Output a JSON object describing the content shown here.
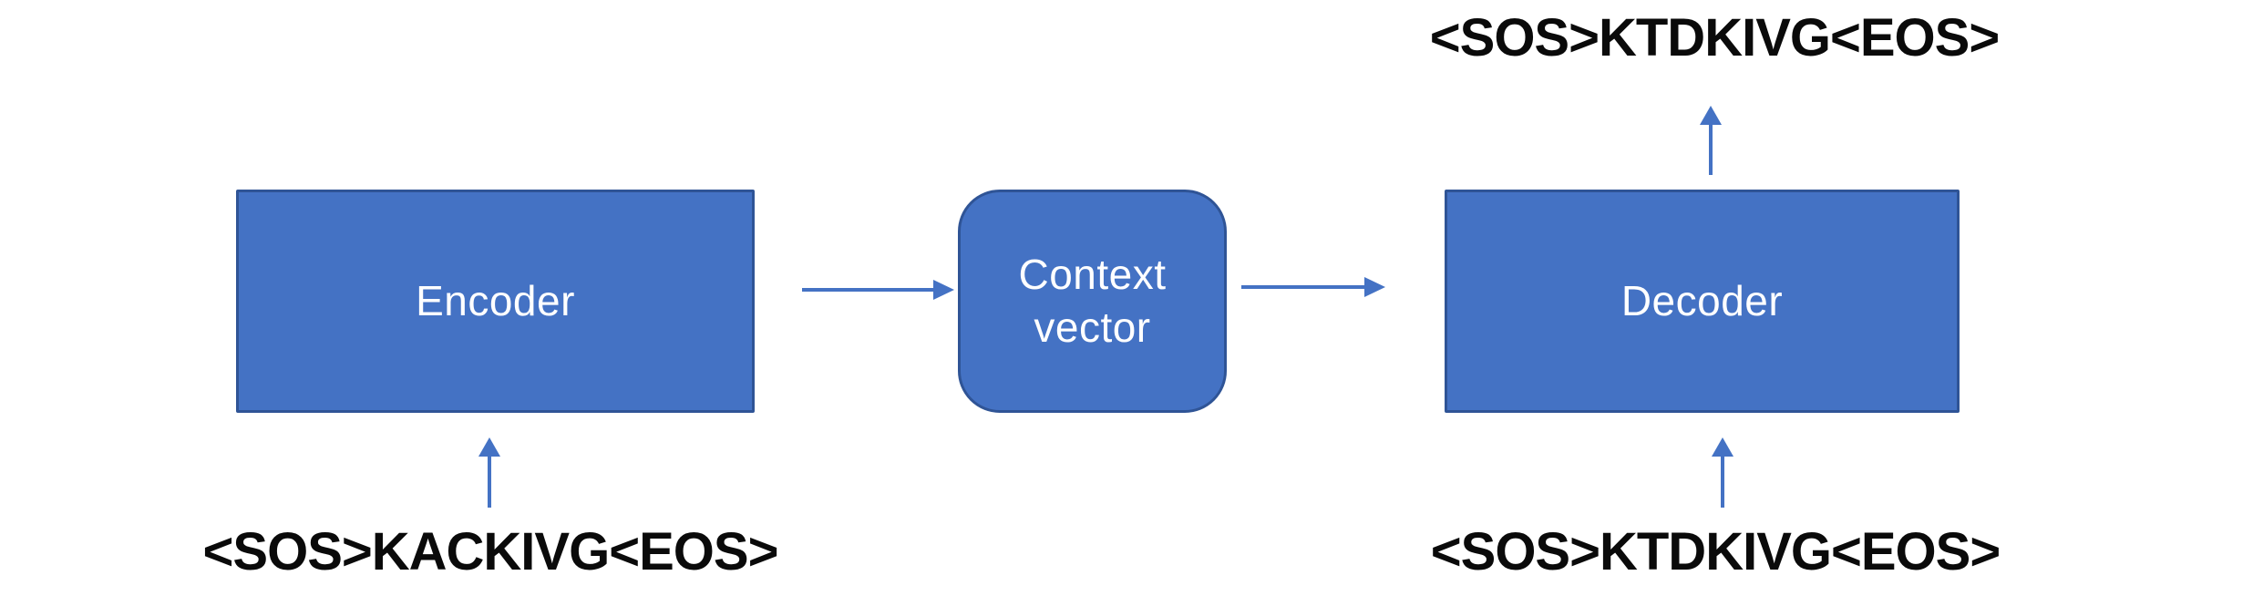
{
  "boxes": {
    "encoder": "Encoder",
    "context_vector": "Context vector",
    "decoder": "Decoder"
  },
  "sequences": {
    "decoder_output": "<SOS>KTDKIVG<EOS>",
    "encoder_input": "<SOS>KACKIVG<EOS>",
    "decoder_input": "<SOS>KTDKIVG<EOS>"
  },
  "colors": {
    "box_fill": "#4472C4",
    "box_border": "#2F5496",
    "arrow": "#4472C4",
    "sequence_text": "#0A0A0A",
    "box_text": "#FFFFFF",
    "background": "#FFFFFF"
  }
}
